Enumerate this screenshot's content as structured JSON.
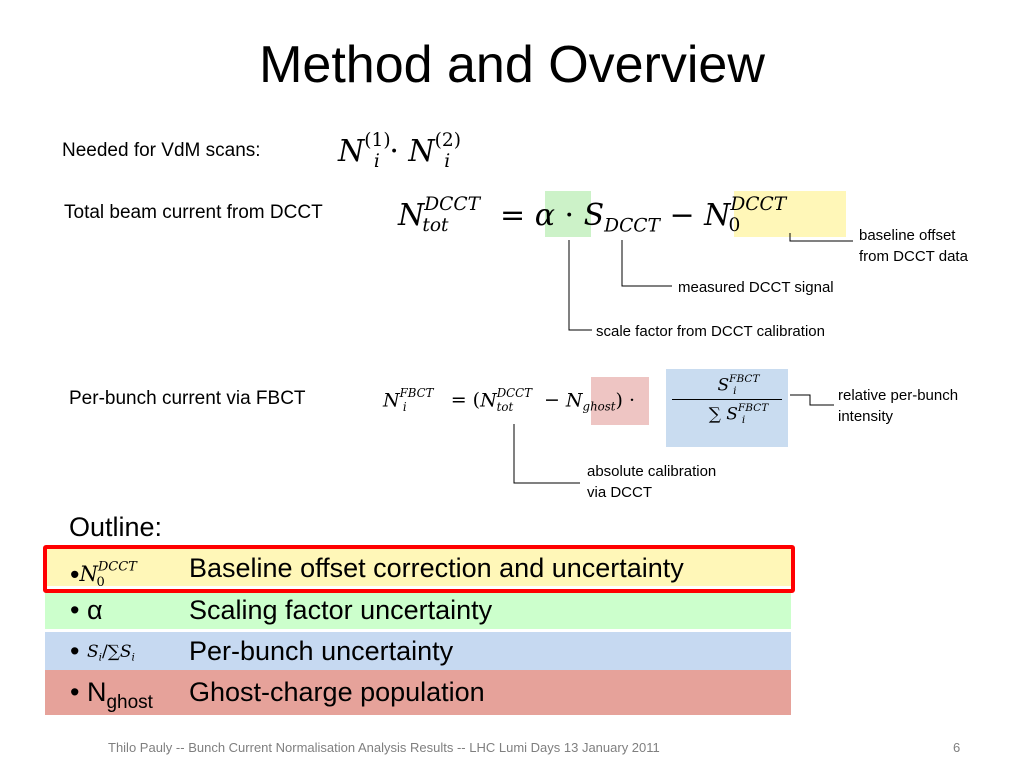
{
  "title": "Method and Overview",
  "needed_label": "Needed for VdM scans:",
  "total_label": "Total beam current from DCCT",
  "perbunch_label": "Per-bunch current via FBCT",
  "annotations": {
    "baseline": [
      "baseline offset",
      "from DCCT data"
    ],
    "measured": "measured DCCT signal",
    "scale": "scale factor from DCCT calibration",
    "relative": [
      "relative per-bunch",
      "intensity"
    ],
    "absolute": [
      "absolute calibration",
      "via DCCT"
    ]
  },
  "outline": {
    "heading": "Outline:",
    "items": [
      {
        "symbol": "N0DCCT",
        "text": "Baseline offset correction and uncertainty",
        "color": "#fff7b8"
      },
      {
        "symbol": "α",
        "text": "Scaling factor uncertainty",
        "color": "#ccffcc"
      },
      {
        "symbol": "Si/ΣSi",
        "text": "Per-bunch uncertainty",
        "color": "#c6d9f1"
      },
      {
        "symbol": "Nghost",
        "text": "Ghost-charge population",
        "color": "#e6a29a"
      }
    ],
    "highlight_color": "#ff0000"
  },
  "footer": {
    "text": "Thilo Pauly -- Bunch Current Normalisation Analysis Results  --  LHC Lumi Days  13 January 2011",
    "page": "6"
  }
}
